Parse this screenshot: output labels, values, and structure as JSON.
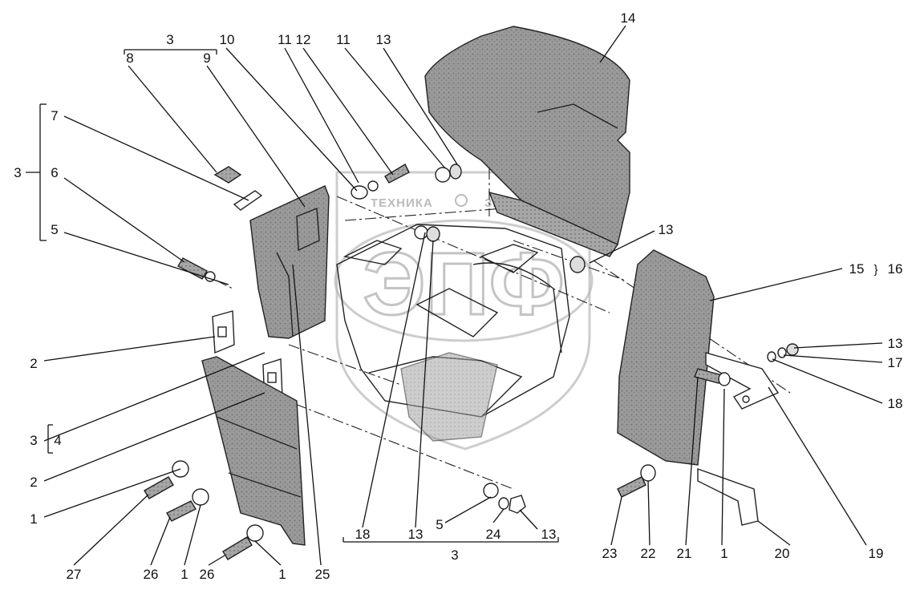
{
  "diagram": {
    "watermark": {
      "left_text": "ТЕХНИКА",
      "right_text": "ЗАП",
      "logo_text": "ЭПФ"
    },
    "colors": {
      "line": "#222222",
      "part_fill": "#9a9a9a",
      "part_dark": "#6f6f6f",
      "background": "#ffffff"
    },
    "labels": {
      "l3_top": "3",
      "l8": "8",
      "l9": "9",
      "l10": "10",
      "l11a": "11",
      "l12": "12",
      "l11b": "11",
      "l13_top": "13",
      "l14": "14",
      "l3_left": "3",
      "l7": "7",
      "l6": "6",
      "l5_left": "5",
      "l2_a": "2",
      "l4": "4",
      "l3_b": "3",
      "l2_b": "2",
      "l1_a": "1",
      "l27": "27",
      "l26_a": "26",
      "l1_b": "1",
      "l26_b": "26",
      "l1_c": "1",
      "l25": "25",
      "l18_mid": "18",
      "l13_mid": "13",
      "l5_mid": "5",
      "l24": "24",
      "l13_bot": "13",
      "l3_bot": "3",
      "l13_right": "13",
      "l15": "15",
      "l16": "16",
      "l13_r2": "13",
      "l17": "17",
      "l18_r": "18",
      "l19": "19",
      "l20": "20",
      "l1_r": "1",
      "l21": "21",
      "l22": "22",
      "l23": "23"
    }
  }
}
